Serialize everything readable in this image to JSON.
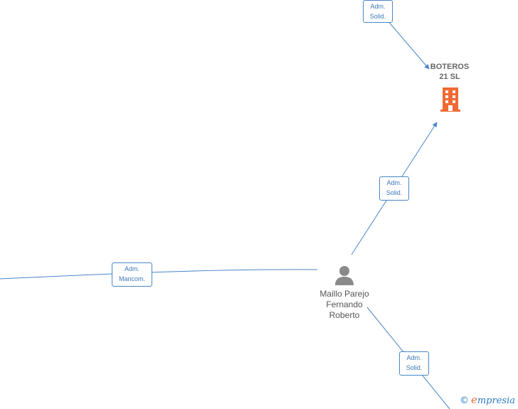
{
  "nodes": {
    "company": {
      "name_line1": "BOTEROS",
      "name_line2": "21  SL",
      "icon": "building-icon",
      "color": "#f06a34"
    },
    "person": {
      "name_line1": "Maillo Parejo",
      "name_line2": "Fernando",
      "name_line3": "Roberto",
      "icon": "person-icon",
      "color": "#8a8a8a"
    }
  },
  "edges": {
    "top": {
      "line1": "Adm.",
      "line2": "Solid."
    },
    "middle": {
      "line1": "Adm.",
      "line2": "Solid."
    },
    "left": {
      "line1": "Adm.",
      "line2": "Mancom."
    },
    "bottom": {
      "line1": "Adm.",
      "line2": "Solid."
    }
  },
  "watermark": {
    "copyright": "©",
    "brand_initial": "e",
    "brand_rest": "mpresia"
  },
  "colors": {
    "edge": "#4a86c8",
    "edge_text": "#3d78b8"
  }
}
